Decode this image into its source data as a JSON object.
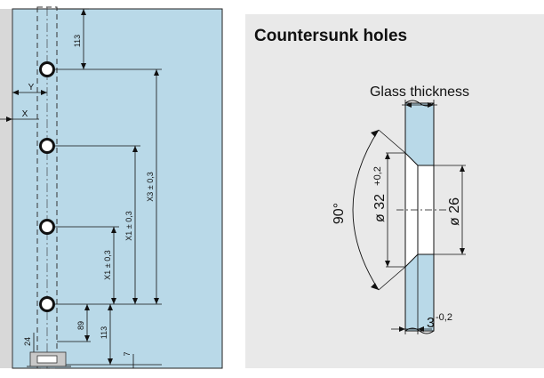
{
  "left_drawing": {
    "labels": {
      "dim_113_top": "113",
      "y": "Y",
      "x": "X",
      "x3": "X3 ± 0,3",
      "x1_upper": "X1 ± 0,3",
      "x1_lower": "X1 ± 0,3",
      "dim_89": "89",
      "dim_113_bottom": "113",
      "dim_24": "24",
      "dim_7": "7"
    }
  },
  "right_panel": {
    "title": "Countersunk holes",
    "glass_thickness": "Glass thickness",
    "angle": "90°",
    "diameter_outer": "ø 32",
    "diameter_outer_tol": "+0,2",
    "diameter_inner": "ø 26",
    "depth": "3",
    "depth_tol": "-0,2"
  },
  "colors": {
    "glass": "#b9d9e8",
    "line": "#111111",
    "panel_bg": "#e9e9e9"
  }
}
